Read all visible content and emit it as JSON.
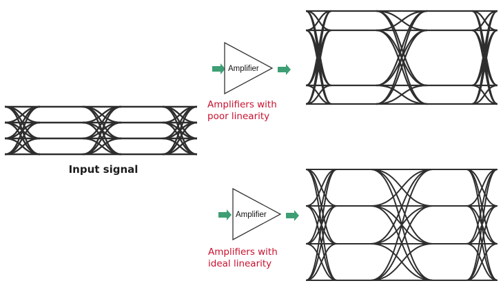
{
  "input": {
    "label": "Input signal"
  },
  "branches": [
    {
      "amplifier_label": "Amplifier",
      "caption_line1": "Amplifiers with",
      "caption_line2": "poor linearity"
    },
    {
      "amplifier_label": "Amplifier",
      "caption_line1": "Amplifiers with",
      "caption_line2": "ideal linearity"
    }
  ],
  "colors": {
    "trace": "#2e2e2e",
    "arrow": "#3e9e74",
    "caption_red": "#c8102e",
    "caption_dark": "#1c1c1c"
  }
}
